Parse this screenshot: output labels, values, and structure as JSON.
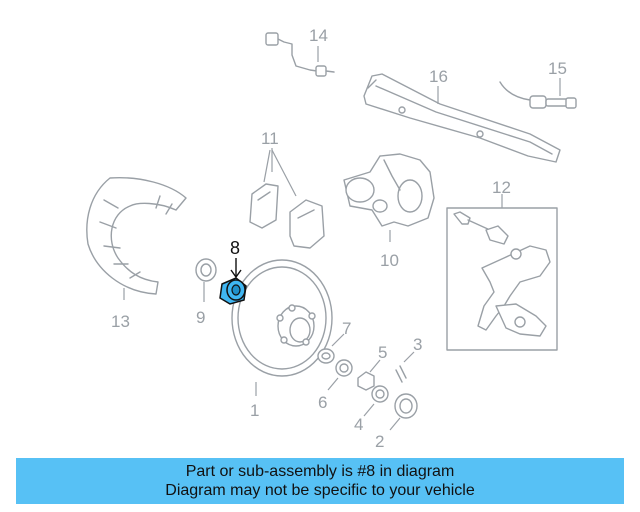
{
  "callouts": {
    "p1": "1",
    "p2": "2",
    "p3": "3",
    "p4": "4",
    "p5": "5",
    "p6": "6",
    "p7": "7",
    "p8": "8",
    "p9": "9",
    "p10": "10",
    "p11": "11",
    "p12": "12",
    "p13": "13",
    "p14": "14",
    "p15": "15",
    "p16": "16"
  },
  "highlight": {
    "part": "8",
    "color": "#3fb6f2",
    "outline": "#111111"
  },
  "banner": {
    "line1": "Part or sub-assembly is #8 in diagram",
    "line2": "Diagram may not be specific to your vehicle",
    "background": "#57c1f5"
  },
  "colors": {
    "line": "#9aa0a6"
  }
}
